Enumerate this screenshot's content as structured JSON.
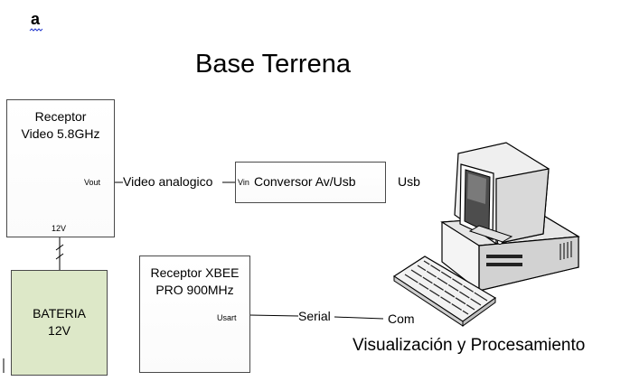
{
  "marker": "a",
  "title": "Base Terrena",
  "blocks": {
    "receptor_video": {
      "label": "Receptor\nVideo 5.8GHz",
      "port_out": "Vout",
      "port_power": "12V"
    },
    "conversor": {
      "label": "Conversor Av/Usb",
      "port_in": "Vin"
    },
    "bateria": {
      "label": "BATERIA\n12V"
    },
    "receptor_xbee": {
      "label": "Receptor XBEE\nPRO 900MHz",
      "port": "Usart"
    }
  },
  "connections": {
    "video": "Video analogico",
    "usb": "Usb",
    "serial": "Serial",
    "com": "Com"
  },
  "computer": {
    "caption": "Visualización y Procesamiento"
  },
  "colors": {
    "battery_fill": "#dde8c8",
    "line": "#000000",
    "box_border": "#4a4a4a"
  }
}
